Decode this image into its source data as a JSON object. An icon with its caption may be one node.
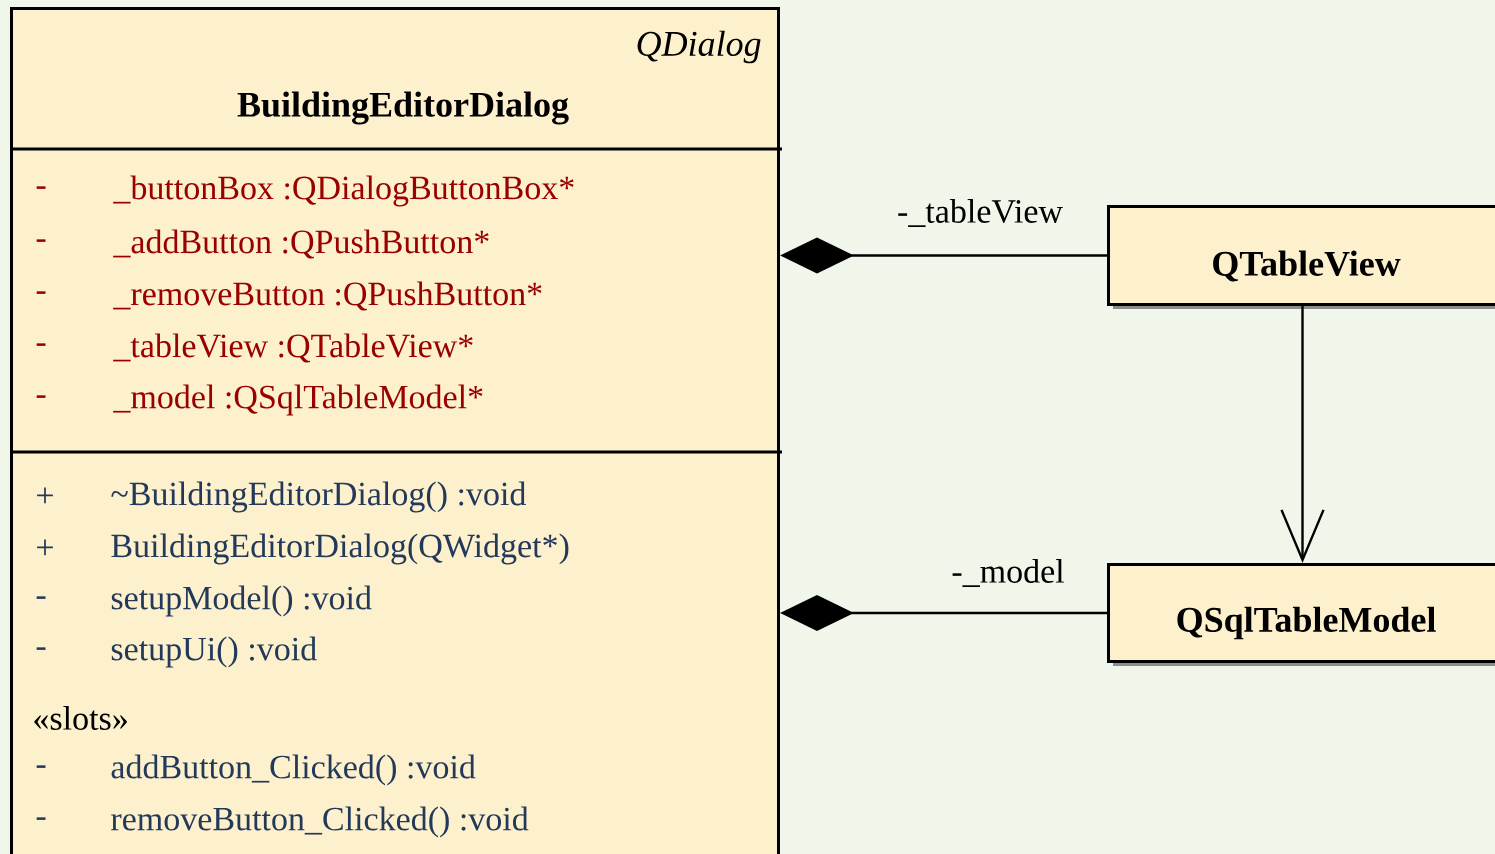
{
  "diagram": {
    "nodes": [
      {
        "text": [
          "QDialog",
          "BuildingEditorDialog"
        ]
      },
      {
        "text": [
          "-",
          "_buttonBox :QDialogButtonBox*",
          "-",
          "_addButton :QPushButton*",
          "-",
          "_removeButton :QPushButton*",
          "-",
          "_tableView :QTableView*",
          "-",
          "_model :QSqlTableModel*"
        ],
        "in": 0
      },
      {
        "text": [
          "+",
          "~BuildingEditorDialog() :void",
          "+",
          "BuildingEditorDialog(QWidget*)",
          "-",
          "setupModel() :void",
          "-",
          "setupUi() :void",
          "«slots»",
          "-",
          "addButton_Clicked() :void",
          "-",
          "removeButton_Clicked() :void"
        ],
        "in": 0
      },
      {
        "text": [
          "QTableView"
        ]
      },
      {
        "text": [
          "QSqlTableModel"
        ]
      }
    ],
    "edges": [
      {
        "from": 0,
        "to": 3,
        "arrow": "other",
        "label": "-_tableView"
      },
      {
        "from": 3,
        "to": 4,
        "arrow": "to"
      },
      {
        "from": 0,
        "to": 4,
        "arrow": "other",
        "label": "-_model"
      }
    ]
  }
}
